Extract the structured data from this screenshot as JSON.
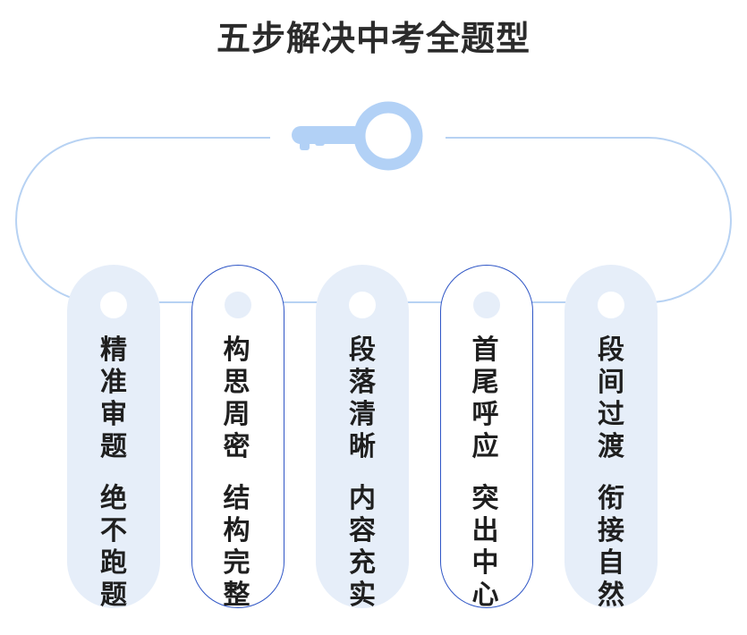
{
  "title": "五步解决中考全题型",
  "colors": {
    "line": "#b7d2f3",
    "key": "#b2d1f6",
    "tag_fill": "#e6eef9",
    "tag_border": "#2f56c6"
  },
  "icons": {
    "key": "key-icon"
  },
  "tags": [
    {
      "style": "filled",
      "line1": "精准审题",
      "line2": "绝不跑题"
    },
    {
      "style": "outlined",
      "line1": "构思周密",
      "line2": "结构完整"
    },
    {
      "style": "filled",
      "line1": "段落清晰",
      "line2": "内容充实"
    },
    {
      "style": "outlined",
      "line1": "首尾呼应",
      "line2": "突出中心"
    },
    {
      "style": "filled",
      "line1": "段间过渡",
      "line2": "衔接自然"
    }
  ]
}
